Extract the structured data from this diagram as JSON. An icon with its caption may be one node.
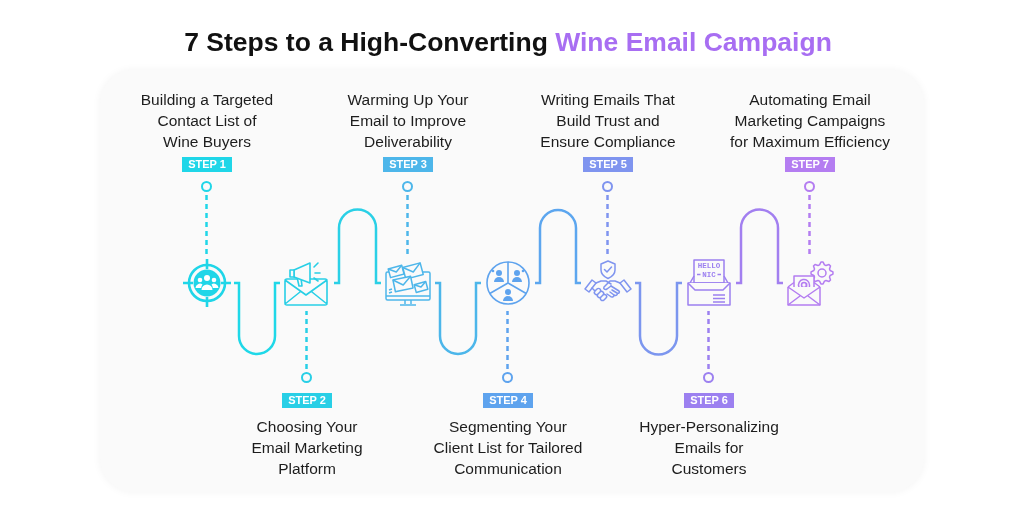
{
  "diagram": {
    "title": "7 Steps to a High-Converting Wine Email Campaign",
    "nodes": [
      {
        "text": [
          "STEP 1"
        ],
        "beside": [
          "Building a Targeted Contact List of Wine Buyers"
        ]
      },
      {
        "text": [],
        "shape": "circle"
      },
      {
        "text": [],
        "shape": "picture"
      },
      {
        "text": [
          "STEP 2"
        ],
        "beside": [
          "Choosing Your Email Marketing Platform"
        ]
      },
      {
        "text": [],
        "shape": "circle"
      },
      {
        "text": [],
        "shape": "picture"
      },
      {
        "text": [
          "STEP 3"
        ],
        "beside": [
          "Warming Up Your Email to Improve Deliverability"
        ]
      },
      {
        "text": [],
        "shape": "circle"
      },
      {
        "text": [],
        "shape": "picture"
      },
      {
        "text": [
          "STEP 4"
        ],
        "beside": [
          "Segmenting Your Client List for Tailored Communication"
        ]
      },
      {
        "text": [],
        "shape": "circle"
      },
      {
        "text": [],
        "shape": "picture"
      },
      {
        "text": [
          "STEP 5"
        ],
        "beside": [
          "Writing Emails That Build Trust and Ensure Compliance"
        ]
      },
      {
        "text": [],
        "shape": "circle"
      },
      {
        "text": [],
        "shape": "picture"
      },
      {
        "text": [
          "STEP 6"
        ],
        "beside": [
          "Hyper-Personalizing Emails for Customers"
        ]
      },
      {
        "text": [],
        "shape": "circle"
      },
      {
        "text": [],
        "shape": "picture"
      },
      {
        "text": [
          "STEP 7"
        ],
        "beside": [
          "Automating Email Marketing Campaigns for Maximum Efficiency"
        ]
      },
      {
        "text": [],
        "shape": "circle"
      },
      {
        "text": [],
        "shape": "picture"
      }
    ],
    "edges": [
      {
        "from": 1,
        "to": 2,
        "arrow": "none",
        "style": "dashed",
        "color": "#1fd6e8"
      },
      {
        "from": 4,
        "to": 5,
        "arrow": "none",
        "style": "dashed",
        "color": "#28cfe6"
      },
      {
        "from": 7,
        "to": 8,
        "arrow": "none",
        "style": "dashed",
        "color": "#4db6ea"
      },
      {
        "from": 10,
        "to": 11,
        "arrow": "none",
        "style": "dashed",
        "color": "#5ea3ee"
      },
      {
        "from": 13,
        "to": 14,
        "arrow": "none",
        "style": "dashed",
        "color": "#7f94ef"
      },
      {
        "from": 16,
        "to": 17,
        "arrow": "none",
        "style": "dashed",
        "color": "#9c80f0"
      },
      {
        "from": 19,
        "to": 20,
        "arrow": "none",
        "style": "dashed",
        "color": "#b47df1"
      },
      {
        "from": 2,
        "to": 5,
        "arrow": "none",
        "color": "#1fd8e8"
      },
      {
        "from": 5,
        "to": 8,
        "arrow": "none",
        "color": "#2ad0e6"
      },
      {
        "from": 8,
        "to": 11,
        "arrow": "none",
        "color": "#4cb6ea"
      },
      {
        "from": 11,
        "to": 14,
        "arrow": "none",
        "color": "#5ca6ef"
      },
      {
        "from": 14,
        "to": 17,
        "arrow": "none",
        "color": "#7c96ef"
      },
      {
        "from": 17,
        "to": 20,
        "arrow": "none",
        "color": "#a27ff0"
      }
    ],
    "labels": [
      "HELLO",
      "NIC"
    ]
  }
}
